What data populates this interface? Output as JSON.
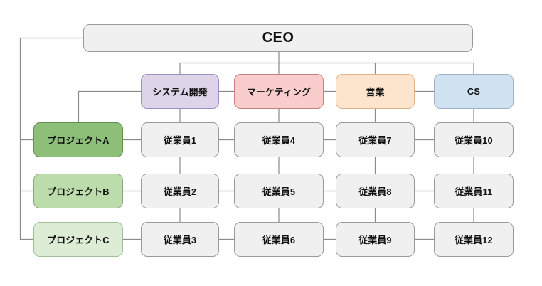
{
  "diagram": {
    "connector_color": "#8a8a8a",
    "background_color": "#ffffff",
    "ceo": {
      "label": "CEO",
      "fill": "#f0f0f0",
      "border": "#999999"
    },
    "departments": [
      {
        "label": "システム開発",
        "fill": "#ddd4ea",
        "border": "#9e8fc0"
      },
      {
        "label": "マーケティング",
        "fill": "#f8cdcc",
        "border": "#c9807e"
      },
      {
        "label": "営業",
        "fill": "#fce5cc",
        "border": "#dfb387"
      },
      {
        "label": "CS",
        "fill": "#cfe2f2",
        "border": "#9fb3c8"
      }
    ],
    "projects": [
      {
        "label": "プロジェクトA",
        "fill": "#8dbf78",
        "border": "#60914f"
      },
      {
        "label": "プロジェクトB",
        "fill": "#bddcab",
        "border": "#87a978"
      },
      {
        "label": "プロジェクトC",
        "fill": "#ddecd5",
        "border": "#a3bf99"
      }
    ],
    "employees": [
      {
        "label": "従業員1"
      },
      {
        "label": "従業員2"
      },
      {
        "label": "従業員3"
      },
      {
        "label": "従業員4"
      },
      {
        "label": "従業員5"
      },
      {
        "label": "従業員6"
      },
      {
        "label": "従業員7"
      },
      {
        "label": "従業員8"
      },
      {
        "label": "従業員9"
      },
      {
        "label": "従業員10"
      },
      {
        "label": "従業員11"
      },
      {
        "label": "従業員12"
      }
    ]
  }
}
